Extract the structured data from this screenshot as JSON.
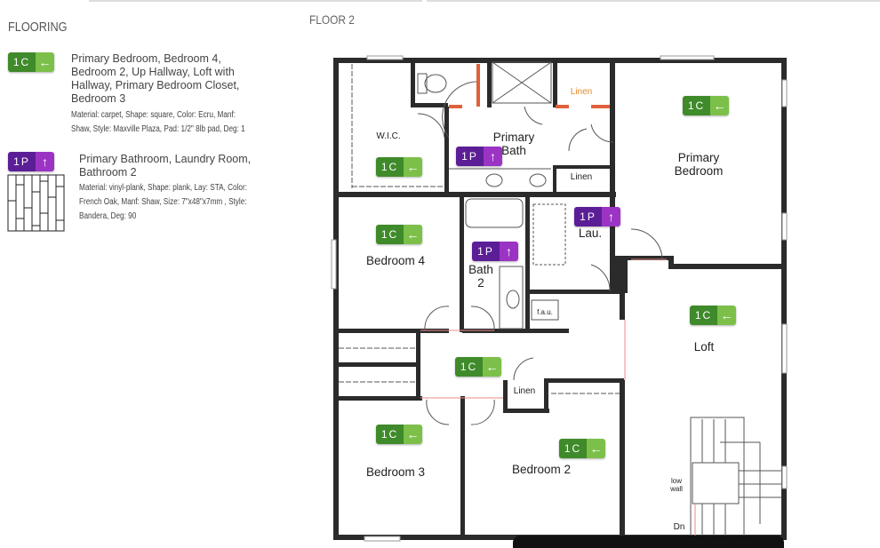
{
  "legend": {
    "title": "FLOORING",
    "items": [
      {
        "code": "1C",
        "icon": "arrow-left-icon",
        "rooms": "Primary Bedroom, Bedroom 4, Bedroom 2, Up Hallway, Loft with Hallway, Primary Bedroom Closet, Bedroom 3",
        "details_line1": "Material: carpet, Shape: square, Color: Ecru, Manf:",
        "details_line2": "Shaw, Style: Maxville Plaza, Pad: 1/2\" 8lb pad, Deg: 1"
      },
      {
        "code": "1P",
        "icon": "arrow-up-icon",
        "rooms": "Primary Bathroom, Laundry Room, Bathroom 2",
        "details_line1": "Material: vinyl-plank, Shape: plank, Lay: STA, Color:",
        "details_line2": "French Oak, Manf: Shaw, Size: 7\"x48\"x7mm , Style:",
        "details_line3": "Bandera, Deg: 90"
      }
    ]
  },
  "plan": {
    "title": "FLOOR 2",
    "rooms": {
      "wic": "W.I.C.",
      "primary_bath": "Primary Bath",
      "linen_top": "Linen",
      "linen_mid": "Linen",
      "primary_bedroom": "Primary Bedroom",
      "laundry": "Lau.",
      "bedroom4": "Bedroom 4",
      "bath2": "Bath 2",
      "fau": "f.a.u.",
      "loft": "Loft",
      "linen_hall": "Linen",
      "bedroom3": "Bedroom 3",
      "bedroom2": "Bedroom 2",
      "low_wall": "low wall",
      "dn": "Dn"
    },
    "badges": {
      "carpet": "1C",
      "plank": "1P",
      "carpet_arrow": "←",
      "plank_arrow": "↑"
    }
  },
  "colors": {
    "carpet": "#3f8a2a",
    "plank": "#5b1e96",
    "wall": "#2b2b2b",
    "door_accent": "#e0603a"
  }
}
